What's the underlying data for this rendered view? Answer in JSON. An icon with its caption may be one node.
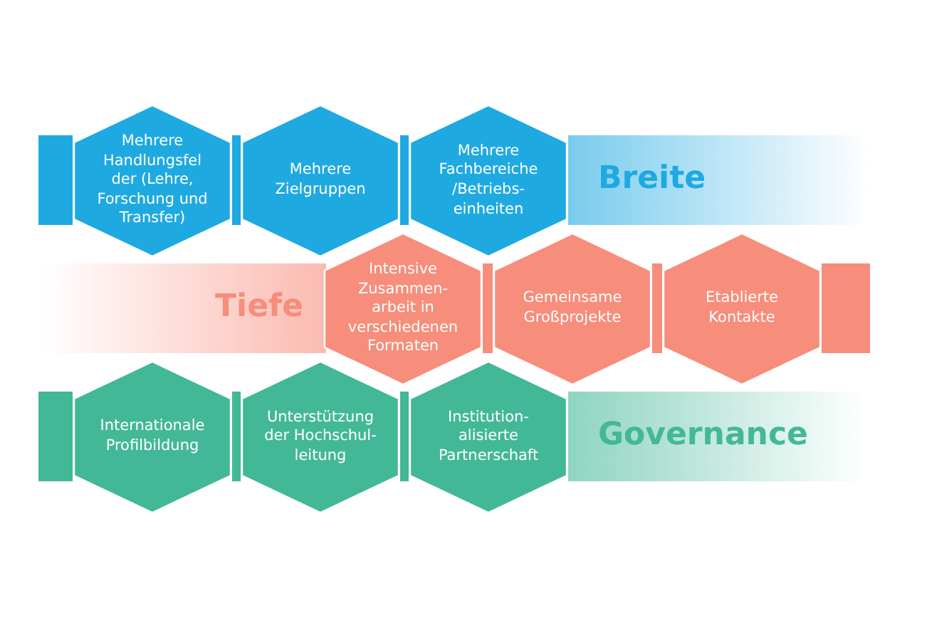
{
  "diagram": {
    "nodes": [
      {
        "text": [
          "Mehrere Handlungsfel der (Lehre, Forschung und Transfer)"
        ]
      },
      {
        "text": [
          "Mehrere Zielgruppen"
        ]
      },
      {
        "text": [
          "Mehrere Fachbereiche /Betriebs- einheiten"
        ]
      },
      {
        "text": [
          "Breite"
        ]
      },
      {
        "text": [
          "Tiefe"
        ]
      },
      {
        "text": [
          "Intensive Zusammen- arbeit in verschiedenen Formaten"
        ]
      },
      {
        "text": [
          "Gemeinsame Großprojekte"
        ]
      },
      {
        "text": [
          "Etablierte Kontakte"
        ]
      },
      {
        "text": [
          "Internationale Profilbildung"
        ]
      },
      {
        "text": [
          "Unterstützung der Hochschul- leitung"
        ]
      },
      {
        "text": [
          "Institution- alisierte Partnerschaft"
        ]
      },
      {
        "text": [
          "Governance"
        ]
      }
    ]
  }
}
